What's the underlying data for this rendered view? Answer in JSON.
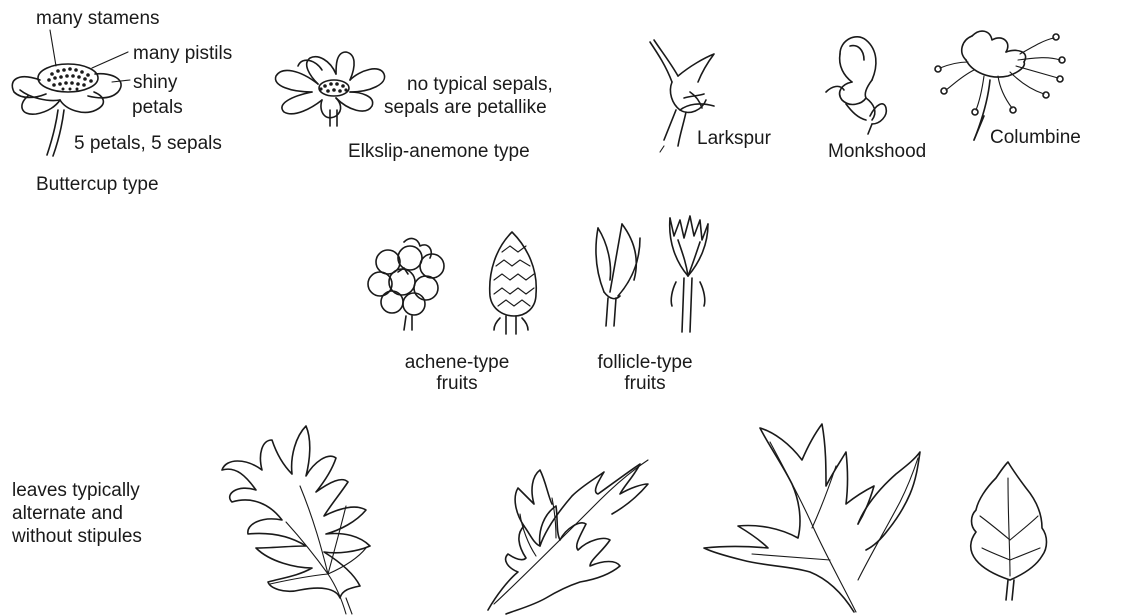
{
  "labels": {
    "many_stamens": "many stamens",
    "many_pistils": "many pistils",
    "shiny": "shiny",
    "petals": "petals",
    "five_petals_five_sepals": "5 petals, 5 sepals",
    "buttercup_type": "Buttercup type",
    "no_typical_sepals": "no typical sepals,",
    "sepals_petallike": "sepals are petallike",
    "elkslip_anemone_type": "Elkslip-anemone type",
    "larkspur": "Larkspur",
    "monkshood": "Monkshood",
    "columbine": "Columbine",
    "achene_line1": "achene-type",
    "achene_line2": "fruits",
    "follicle_line1": "follicle-type",
    "follicle_line2": "fruits",
    "leaves_line1": "leaves typically",
    "leaves_line2": "alternate and",
    "leaves_line3": "without stipules"
  }
}
